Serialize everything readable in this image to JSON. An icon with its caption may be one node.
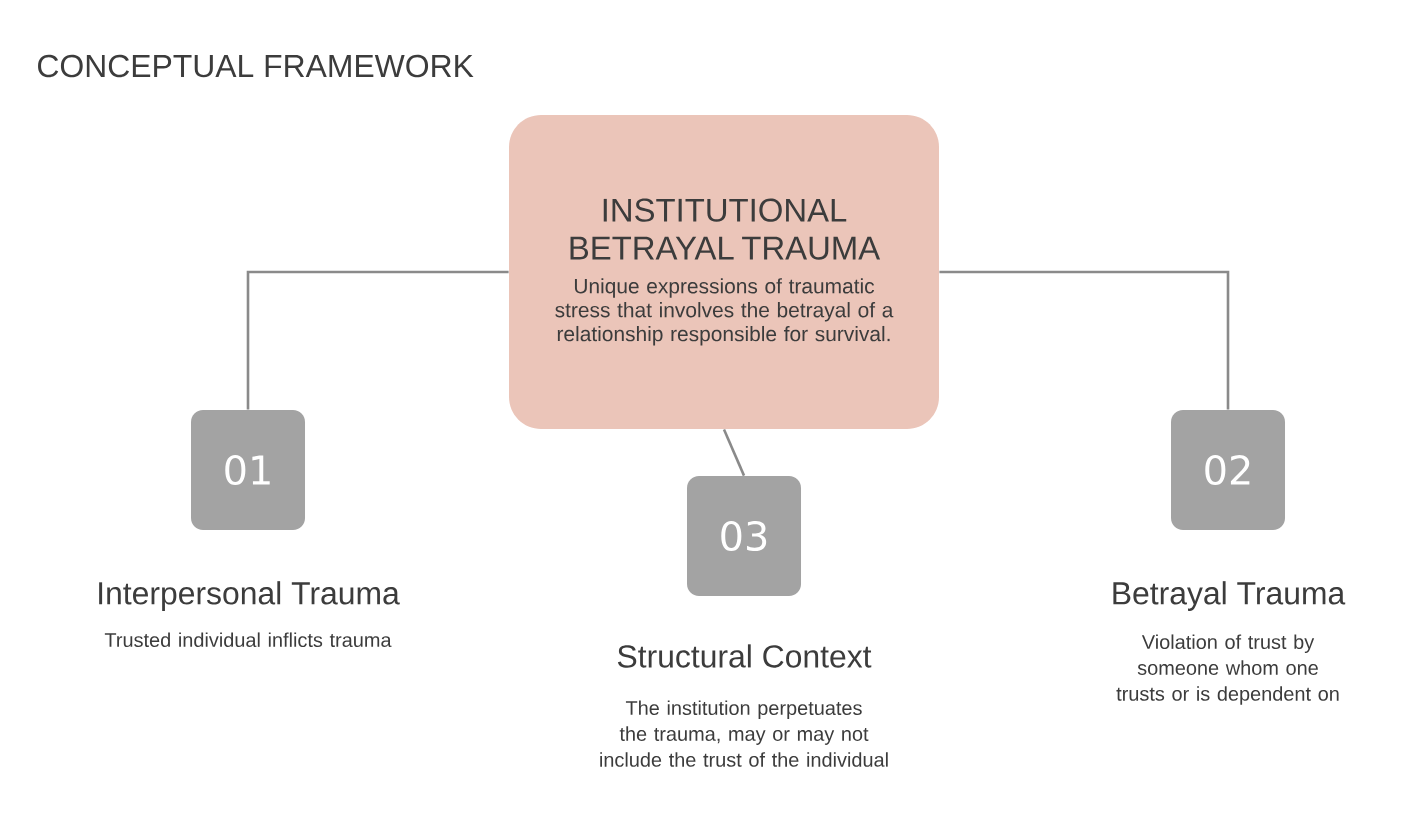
{
  "diagram": {
    "title": "CONCEPTUAL FRAMEWORK",
    "nodes": [
      {
        "text": [
          "INSTITUTIONAL BETRAYAL TRAUMA",
          "Unique expressions of traumatic stress that involves the betrayal of a relationship responsible for survival."
        ]
      },
      {
        "text": [
          "01"
        ],
        "beside": [
          "Interpersonal Trauma",
          "Trusted individual inflicts trauma"
        ]
      },
      {
        "text": [
          "02"
        ],
        "beside": [
          "Betrayal Trauma",
          "Violation of trust by someone whom one  trusts or is dependent on"
        ]
      },
      {
        "text": [
          "03"
        ],
        "beside": [
          "Structural Context",
          "The institution perpetuates the trauma, may or may not include the trust of the individual"
        ]
      }
    ],
    "edges": [
      {
        "from": 0,
        "to": 1,
        "arrow": "none"
      },
      {
        "from": 0,
        "to": 2,
        "arrow": "none"
      },
      {
        "from": 0,
        "to": 3,
        "arrow": "none"
      }
    ]
  }
}
